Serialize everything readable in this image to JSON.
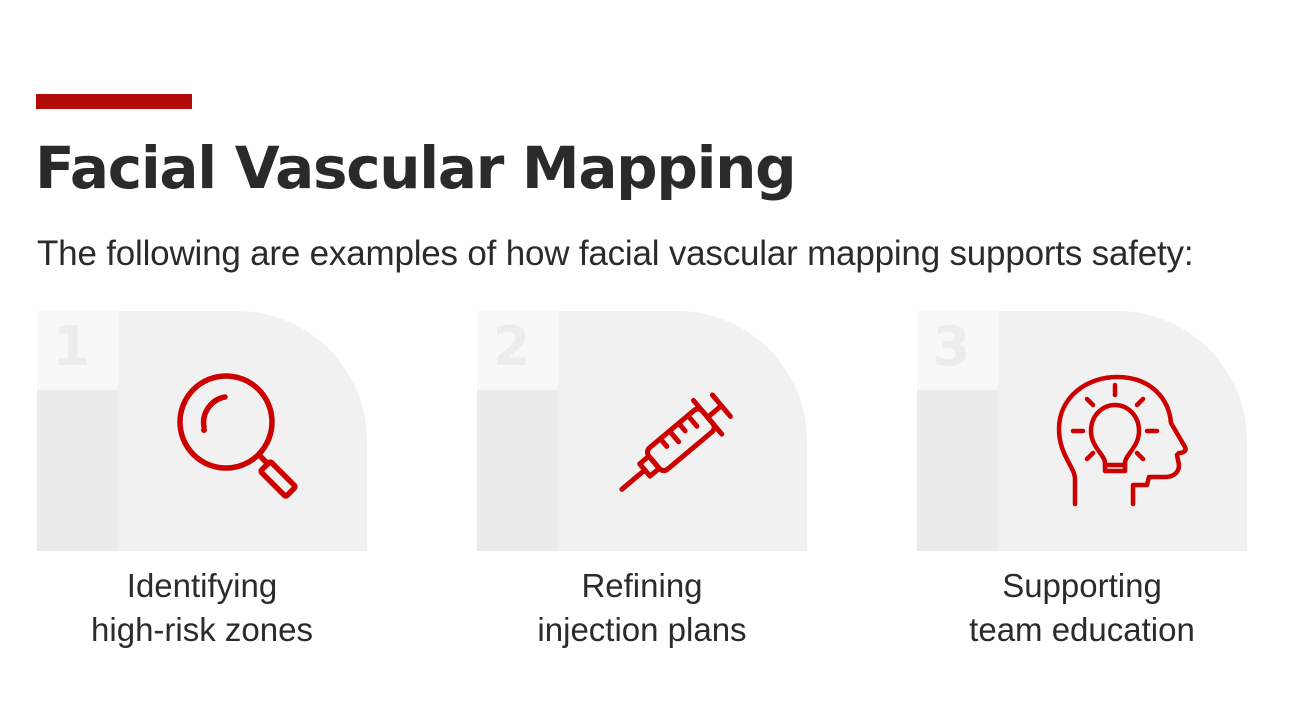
{
  "header": {
    "title": "Facial Vascular Mapping",
    "subtitle": "The following are examples of how facial vascular mapping supports safety:"
  },
  "colors": {
    "accent": "#b30a0a",
    "icon": "#cc0000",
    "card_bg": "#f1f1f1",
    "text": "#2b2b2b"
  },
  "cards": [
    {
      "number": "1",
      "icon": "magnifying-glass-icon",
      "label_line1": "Identifying",
      "label_line2": "high-risk zones"
    },
    {
      "number": "2",
      "icon": "syringe-icon",
      "label_line1": "Refining",
      "label_line2": "injection plans"
    },
    {
      "number": "3",
      "icon": "head-lightbulb-icon",
      "label_line1": "Supporting",
      "label_line2": "team education"
    }
  ]
}
